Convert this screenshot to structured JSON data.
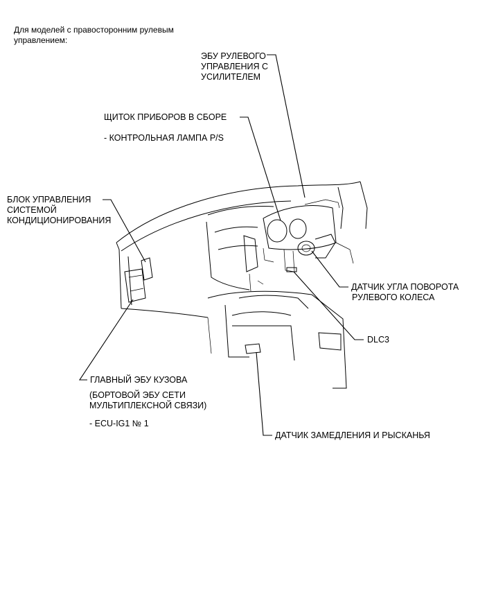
{
  "heading": {
    "line1": "Для моделей с правосторонним рулевым",
    "line2": "управлением:"
  },
  "labels": {
    "eps_ecu": [
      "ЭБУ РУЛЕВОГО",
      "УПРАВЛЕНИЯ С",
      "УСИЛИТЕЛЕМ"
    ],
    "combination_meter": {
      "title": "ЩИТОК ПРИБОРОВ В СБОРЕ",
      "item": "- КОНТРОЛЬНАЯ ЛАМПА P/S"
    },
    "ac_control": [
      "БЛОК УПРАВЛЕНИЯ",
      "СИСТЕМОЙ",
      "КОНДИЦИОНИРОВАНИЯ"
    ],
    "steering_angle_sensor": [
      "ДАТЧИК УГЛА ПОВОРОТА",
      "РУЛЕВОГО КОЛЕСА"
    ],
    "dlc3": "DLC3",
    "main_body_ecu": {
      "title": "ГЛАВНЫЙ ЭБУ КУЗОВА",
      "sub": [
        "(БОРТОВОЙ ЭБУ СЕТИ",
        "МУЛЬТИПЛЕКСНОЙ СВЯЗИ)"
      ],
      "item": "- ECU-IG1 № 1"
    },
    "yaw_rate_sensor": "ДАТЧИК ЗАМЕДЛЕНИЯ И РЫСКАНЬЯ"
  }
}
